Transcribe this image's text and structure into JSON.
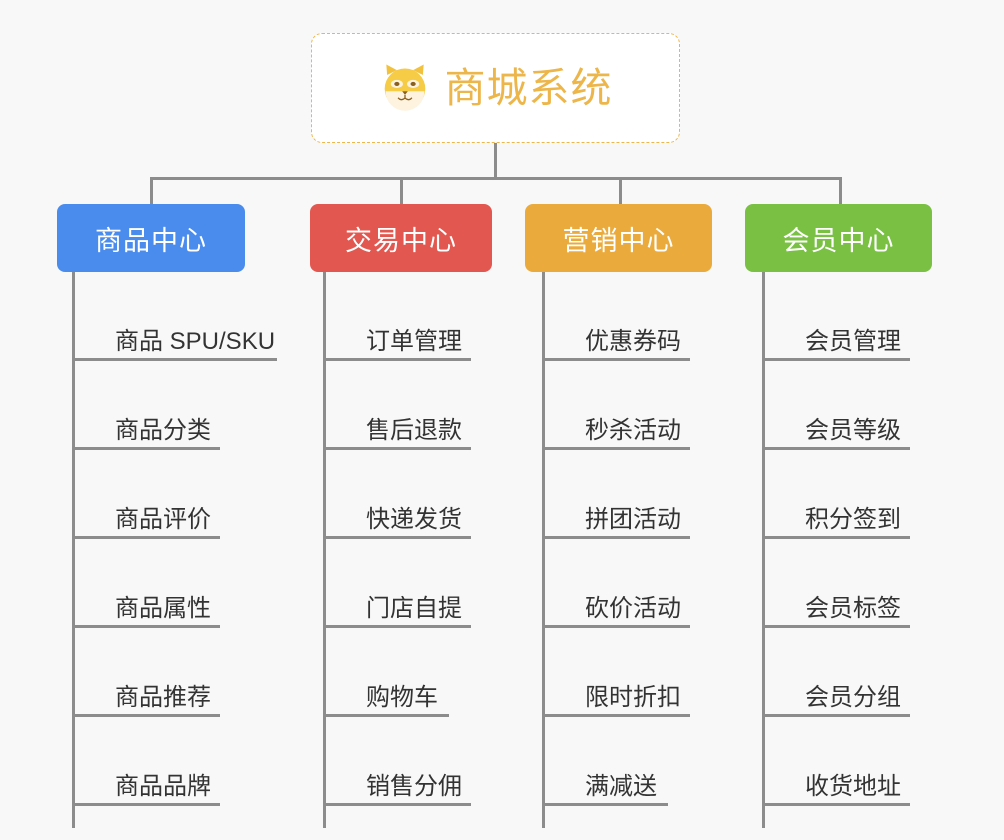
{
  "diagram": {
    "title": "商城系统",
    "root": {
      "label": "商城系统",
      "icon": "shiba-dog-face-icon",
      "border_color": "#edb64b",
      "text_color": "#edb64b",
      "background": "#ffffff"
    },
    "canvas_background": "#f8f8f8",
    "connector_color": "#8c8c8c",
    "columns": [
      {
        "label": "商品中心",
        "color": "#4a8ced",
        "items": [
          "商品 SPU/SKU",
          "商品分类",
          "商品评价",
          "商品属性",
          "商品推荐",
          "商品品牌"
        ]
      },
      {
        "label": "交易中心",
        "color": "#e2574f",
        "items": [
          "订单管理",
          "售后退款",
          "快递发货",
          "门店自提",
          "购物车",
          "销售分佣"
        ]
      },
      {
        "label": "营销中心",
        "color": "#eaab3c",
        "items": [
          "优惠券码",
          "秒杀活动",
          "拼团活动",
          "砍价活动",
          "限时折扣",
          "满减送"
        ]
      },
      {
        "label": "会员中心",
        "color": "#79c043",
        "items": [
          "会员管理",
          "会员等级",
          "积分签到",
          "会员标签",
          "会员分组",
          "收货地址"
        ]
      }
    ]
  }
}
